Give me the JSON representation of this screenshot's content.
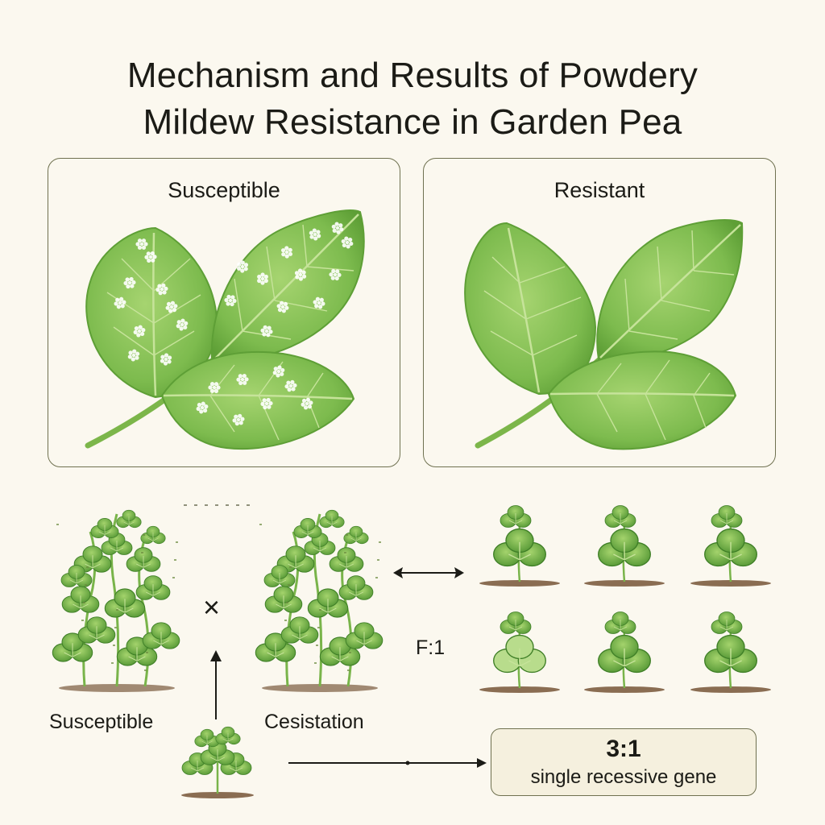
{
  "title": {
    "line1": "Mechanism and Results of Powdery",
    "line2": "Mildew Resistance in Garden Pea"
  },
  "panels": {
    "susceptible_label": "Susceptible",
    "resistant_label": "Resistant"
  },
  "cross": {
    "symbol": "×",
    "left_parent_label": "Susceptible",
    "right_parent_label": "Cesistation",
    "f1_label": "F:1"
  },
  "result": {
    "ratio": "3:1",
    "label": "single recessive gene"
  },
  "colors": {
    "leaf_light": "#8fc65a",
    "leaf_dark": "#5e9f36",
    "vein": "#c6e39a",
    "mildew": "#ffffff",
    "soil": "#8a6d52",
    "border": "#6f7150"
  }
}
